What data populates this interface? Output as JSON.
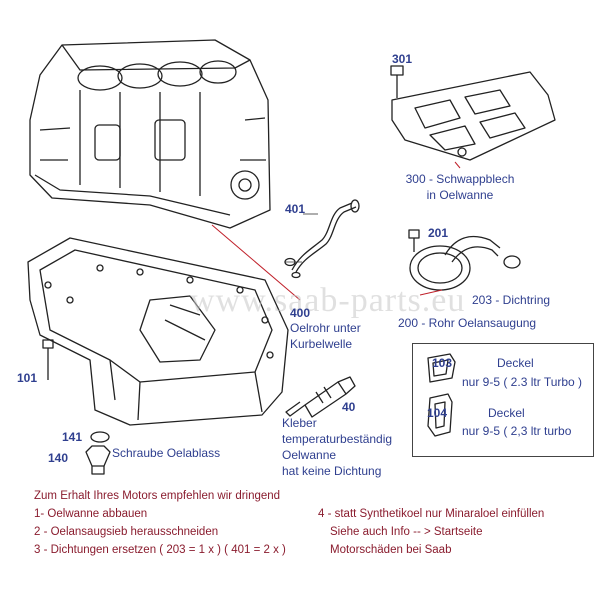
{
  "callouts": {
    "p301": "301",
    "p300": "300 - Schwappblech",
    "p300b": "in Oelwanne",
    "p401": "401",
    "p201": "201",
    "p203": "203 - Dichtring",
    "p200": "200 - Rohr Oelansaugung",
    "p400": "400",
    "p400a": "Oelrohr unter",
    "p400b": "Kurbelwelle",
    "p101": "101",
    "p103": "103",
    "p103a": "Deckel",
    "p103b": "nur 9-5 (  2.3 ltr Turbo )",
    "p104": "104",
    "p104a": "Deckel",
    "p104b": "nur 9-5 ( 2,3 ltr turbo",
    "p40": "40",
    "p40a": "Kleber",
    "p40b": "temperaturbeständig",
    "p40c": "Oelwanne",
    "p40d": "hat keine Dichtung",
    "p141": "141",
    "p140": "140",
    "p140a": "Schraube Oelablass"
  },
  "watermark": "www.saab-parts.eu",
  "notes": {
    "heading": "Zum Erhalt Ihres Motors  empfehlen wir dringend",
    "n1": "1-  Oelwanne abbauen",
    "n2": "2 - Oelansaugsieb herausschneiden",
    "n3": "3 - Dichtungen ersetzen  ( 203 = 1 x ) ( 401 = 2 x )",
    "n4": "4 - statt Synthetikoel nur Minaraloel einfüllen",
    "n5": "Siehe auch  Info  -- > Startseite",
    "n6": "Motorschäden bei Saab"
  }
}
